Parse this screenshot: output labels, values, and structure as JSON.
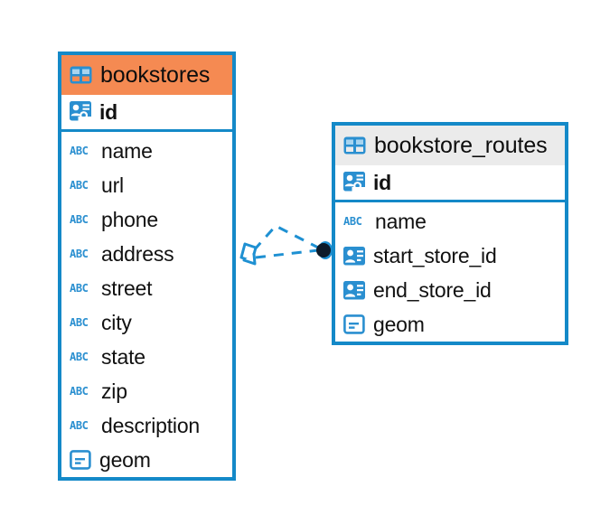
{
  "diagram": {
    "type": "entity-relationship-diagram",
    "background": "#ffffff",
    "accent_color": "#1489c8",
    "selected_header_color": "#f58a52",
    "default_header_color": "#ebebeb",
    "connector": {
      "style": "dashed",
      "color": "#1e90d2",
      "source_marker": "diamond-outline",
      "target_marker": "filled-circle",
      "target_marker_color": "#0d1b2a"
    }
  },
  "tables": [
    {
      "name": "bookstores",
      "header_icon": "table-grid-icon",
      "selected": true,
      "primary_key": {
        "label": "id",
        "icon": "primary-key-icon",
        "type": "serial"
      },
      "fields": [
        {
          "label": "name",
          "icon": "abc-string-icon",
          "type": "ABC"
        },
        {
          "label": "url",
          "icon": "abc-string-icon",
          "type": "ABC"
        },
        {
          "label": "phone",
          "icon": "abc-string-icon",
          "type": "ABC"
        },
        {
          "label": "address",
          "icon": "abc-string-icon",
          "type": "ABC"
        },
        {
          "label": "street",
          "icon": "abc-string-icon",
          "type": "ABC"
        },
        {
          "label": "city",
          "icon": "abc-string-icon",
          "type": "ABC"
        },
        {
          "label": "state",
          "icon": "abc-string-icon",
          "type": "ABC"
        },
        {
          "label": "zip",
          "icon": "abc-string-icon",
          "type": "ABC"
        },
        {
          "label": "description",
          "icon": "abc-string-icon",
          "type": "ABC"
        },
        {
          "label": "geom",
          "icon": "geometry-icon",
          "type": "geometry"
        }
      ]
    },
    {
      "name": "bookstore_routes",
      "header_icon": "table-grid-icon",
      "selected": false,
      "primary_key": {
        "label": "id",
        "icon": "primary-key-icon",
        "type": "serial"
      },
      "fields": [
        {
          "label": "name",
          "icon": "abc-string-icon",
          "type": "ABC"
        },
        {
          "label": "start_store_id",
          "icon": "foreign-key-icon",
          "type": "fk"
        },
        {
          "label": "end_store_id",
          "icon": "foreign-key-icon",
          "type": "fk"
        },
        {
          "label": "geom",
          "icon": "geometry-icon",
          "type": "geometry"
        }
      ]
    }
  ]
}
